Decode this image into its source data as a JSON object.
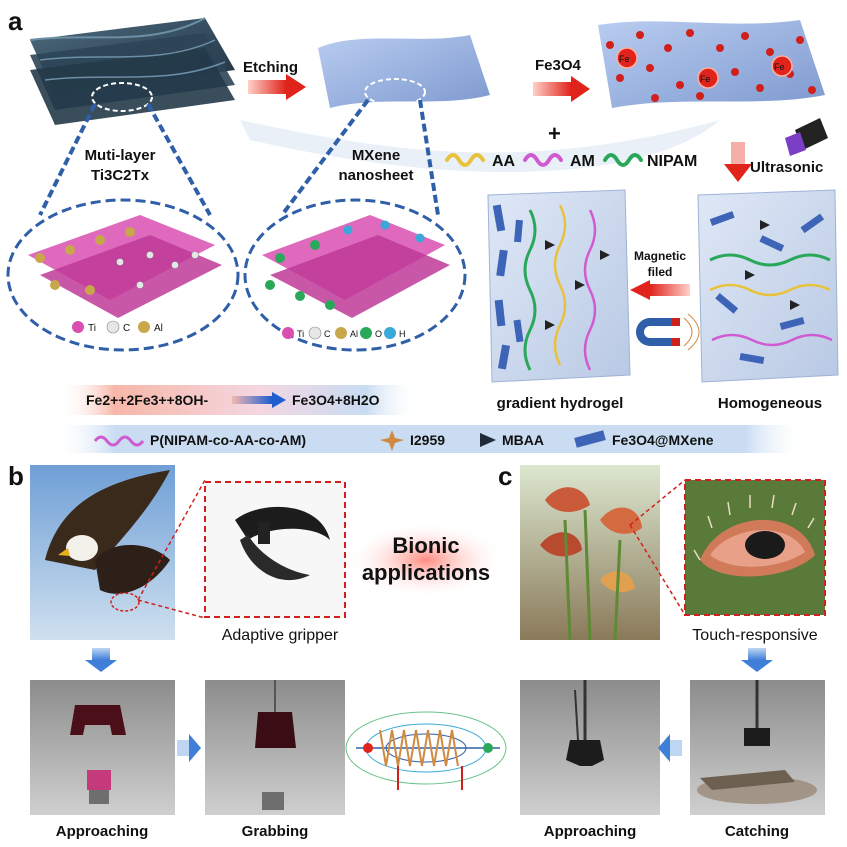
{
  "panels": {
    "a": "a",
    "b": "b",
    "c": "c"
  },
  "panel_a": {
    "etching": "Etching",
    "fe3o4": "Fe3O4",
    "multilayer_1": "Muti-layer",
    "multilayer_2": "Ti3C2Tx",
    "mxene_1": "MXene",
    "mxene_2": "nanosheet",
    "legend_left": [
      "Ti",
      "C",
      "Al"
    ],
    "legend_right": [
      "Ti",
      "C",
      "Al",
      "O",
      "H"
    ],
    "fe_label": "Fe",
    "monomers": [
      "AA",
      "AM",
      "NIPAM"
    ],
    "ultrasonic": "Ultrasonic",
    "magnetic_1": "Magnetic",
    "magnetic_2": "filed",
    "reaction_left": "Fe2++2Fe3++8OH-",
    "reaction_right": "Fe3O4+8H2O",
    "gradient_hydrogel": "gradient hydrogel",
    "homogeneous": "Homogeneous"
  },
  "legend_bar": {
    "polymer": "P(NIPAM-co-AA-co-AM)",
    "initiator": "I2959",
    "crosslinker": "MBAA",
    "composite": "Fe3O4@MXene"
  },
  "panel_b": {
    "inset_caption": "Adaptive gripper",
    "photos": [
      "Approaching",
      "Grabbing"
    ]
  },
  "center": {
    "title_1": "Bionic",
    "title_2": "applications"
  },
  "panel_c": {
    "inset_caption": "Touch-responsive",
    "photos": [
      "Approaching",
      "Catching"
    ]
  },
  "colors": {
    "accent_red": "#d0201c",
    "dashed_blue": "#2f5fa8",
    "legend_band": "#c9dcf2",
    "mxene_blue": "#8ea9d8",
    "dark_sheet": "#2f4a5c"
  }
}
